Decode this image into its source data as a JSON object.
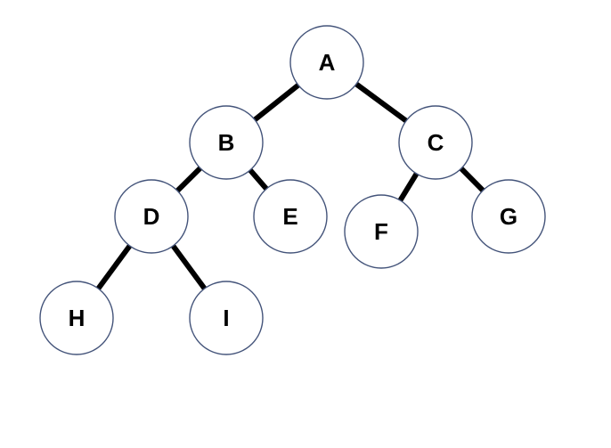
{
  "colors": {
    "node_border": "#44547a",
    "node_fill": "#ffffff",
    "edge": "#000000",
    "label": "#000000"
  },
  "tree": {
    "nodes": [
      {
        "id": "A",
        "label": "A"
      },
      {
        "id": "B",
        "label": "B"
      },
      {
        "id": "C",
        "label": "C"
      },
      {
        "id": "D",
        "label": "D"
      },
      {
        "id": "E",
        "label": "E"
      },
      {
        "id": "F",
        "label": "F"
      },
      {
        "id": "G",
        "label": "G"
      },
      {
        "id": "H",
        "label": "H"
      },
      {
        "id": "I",
        "label": "I"
      }
    ],
    "edges": [
      {
        "from": "A",
        "to": "B"
      },
      {
        "from": "A",
        "to": "C"
      },
      {
        "from": "B",
        "to": "D"
      },
      {
        "from": "B",
        "to": "E"
      },
      {
        "from": "C",
        "to": "F"
      },
      {
        "from": "C",
        "to": "G"
      },
      {
        "from": "D",
        "to": "H"
      },
      {
        "from": "D",
        "to": "I"
      }
    ]
  }
}
